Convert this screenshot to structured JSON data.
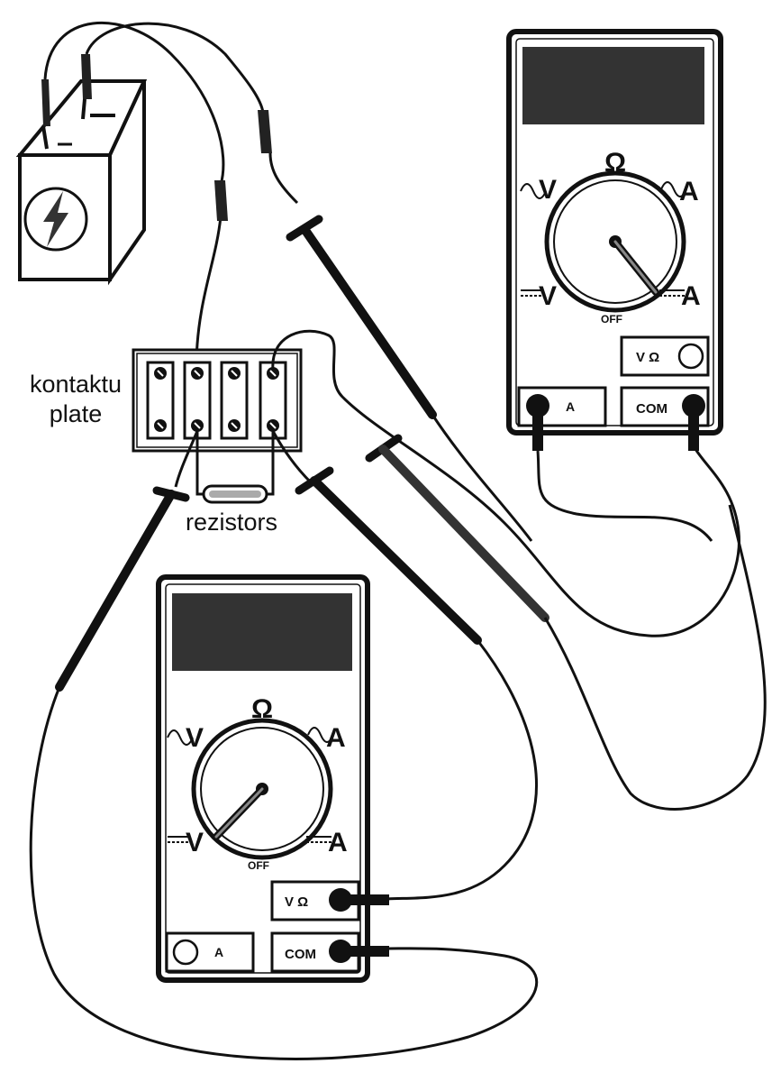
{
  "labels": {
    "contact_board_line1": "kontaktu",
    "contact_board_line2": "plate",
    "resistor": "rezistors"
  },
  "multimeter_top": {
    "dial": {
      "ohm": "Ω",
      "ac_volt": "V",
      "ac_amp": "A",
      "dc_volt": "V",
      "dc_amp": "A",
      "off": "OFF"
    },
    "jacks": {
      "a": "A",
      "volt_ohm": "V Ω",
      "com": "COM"
    }
  },
  "multimeter_bottom": {
    "dial": {
      "ohm": "Ω",
      "ac_volt": "V",
      "ac_amp": "A",
      "dc_volt": "V",
      "dc_amp": "A",
      "off": "OFF"
    },
    "jacks": {
      "a": "A",
      "volt_ohm": "V Ω",
      "com": "COM"
    }
  },
  "battery": {
    "icon": "lightning-icon"
  },
  "colors": {
    "ink": "#111111",
    "display": "#333333",
    "paper": "#ffffff"
  }
}
